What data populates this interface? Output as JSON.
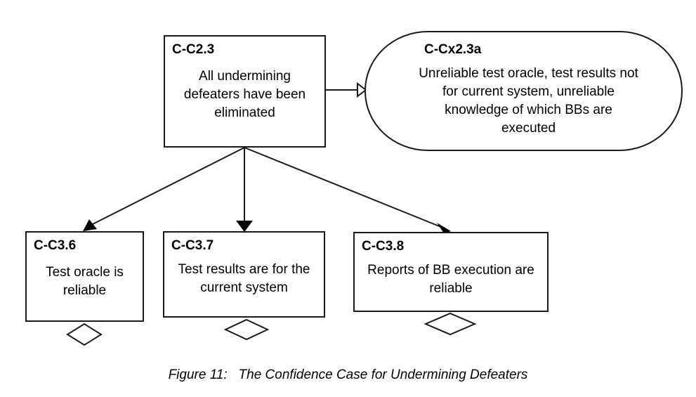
{
  "goal": {
    "id": "C-C2.3",
    "text": "All undermining defeaters have been eliminated"
  },
  "context": {
    "id": "C-Cx2.3a",
    "text": "Unreliable test oracle, test results not for current system, unreliable knowledge of which BBs are executed"
  },
  "children": [
    {
      "id": "C-C3.6",
      "text": "Test oracle is reliable"
    },
    {
      "id": "C-C3.7",
      "text": "Test results are for the current system"
    },
    {
      "id": "C-C3.8",
      "text": "Reports of BB execution are reliable"
    }
  ],
  "caption": "Figure 11:   The Confidence Case for Undermining Defeaters"
}
